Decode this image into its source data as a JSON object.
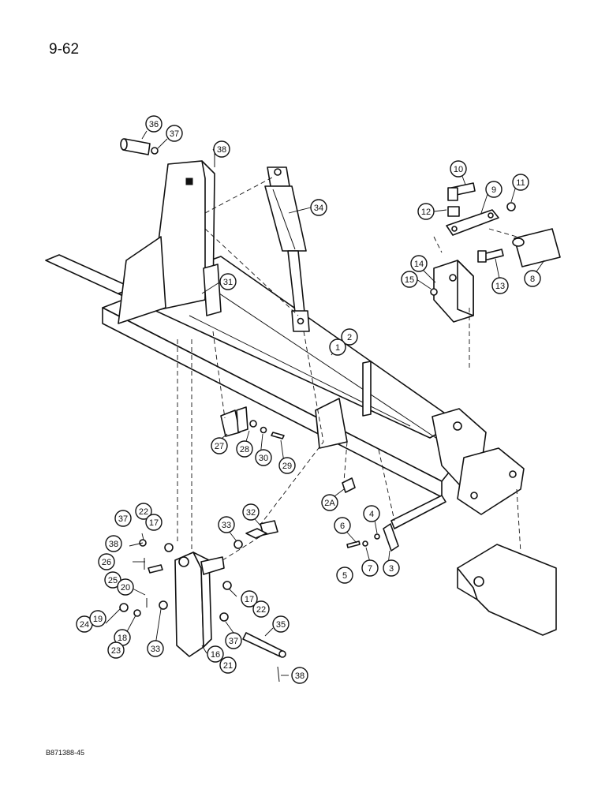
{
  "header": {
    "page_number": "9-62"
  },
  "footer": {
    "drawing_code": "B871388-45"
  },
  "callouts": [
    {
      "id": "c36",
      "label": "36"
    },
    {
      "id": "c37a",
      "label": "37"
    },
    {
      "id": "c38a",
      "label": "38"
    },
    {
      "id": "c34",
      "label": "34"
    },
    {
      "id": "c10",
      "label": "10"
    },
    {
      "id": "c9",
      "label": "9"
    },
    {
      "id": "c11",
      "label": "11"
    },
    {
      "id": "c12",
      "label": "12"
    },
    {
      "id": "c14",
      "label": "14"
    },
    {
      "id": "c15",
      "label": "15"
    },
    {
      "id": "c13",
      "label": "13"
    },
    {
      "id": "c8",
      "label": "8"
    },
    {
      "id": "c31",
      "label": "31"
    },
    {
      "id": "c2",
      "label": "2"
    },
    {
      "id": "c1",
      "label": "1"
    },
    {
      "id": "c27",
      "label": "27"
    },
    {
      "id": "c28",
      "label": "28"
    },
    {
      "id": "c30",
      "label": "30"
    },
    {
      "id": "c29",
      "label": "29"
    },
    {
      "id": "c2A",
      "label": "2A"
    },
    {
      "id": "c4",
      "label": "4"
    },
    {
      "id": "c6",
      "label": "6"
    },
    {
      "id": "c5",
      "label": "5"
    },
    {
      "id": "c7",
      "label": "7"
    },
    {
      "id": "c3",
      "label": "3"
    },
    {
      "id": "c32",
      "label": "32"
    },
    {
      "id": "c33a",
      "label": "33"
    },
    {
      "id": "c22a",
      "label": "22"
    },
    {
      "id": "c17a",
      "label": "17"
    },
    {
      "id": "c37b",
      "label": "37"
    },
    {
      "id": "c38b",
      "label": "38"
    },
    {
      "id": "c26",
      "label": "26"
    },
    {
      "id": "c25",
      "label": "25"
    },
    {
      "id": "c20",
      "label": "20"
    },
    {
      "id": "c24",
      "label": "24"
    },
    {
      "id": "c19",
      "label": "19"
    },
    {
      "id": "c18",
      "label": "18"
    },
    {
      "id": "c23",
      "label": "23"
    },
    {
      "id": "c33b",
      "label": "33"
    },
    {
      "id": "c16",
      "label": "16"
    },
    {
      "id": "c21",
      "label": "21"
    },
    {
      "id": "c17b",
      "label": "17"
    },
    {
      "id": "c22b",
      "label": "22"
    },
    {
      "id": "c37c",
      "label": "37"
    },
    {
      "id": "c35",
      "label": "35"
    },
    {
      "id": "c38c",
      "label": "38"
    }
  ]
}
